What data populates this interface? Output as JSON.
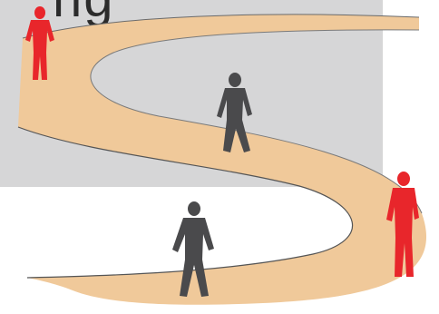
{
  "image": {
    "partial_heading_text": "ng",
    "colors": {
      "background": "#ffffff",
      "gray_panel": "#d6d6d7",
      "path_fill": "#f0c99a",
      "path_edge": "#555555",
      "red_figure": "#e8262b",
      "dark_figure": "#4a4a4c"
    },
    "figures": [
      {
        "name": "red-figure-top-left",
        "color": "red"
      },
      {
        "name": "dark-figure-middle",
        "color": "dark"
      },
      {
        "name": "red-figure-right",
        "color": "red"
      },
      {
        "name": "dark-figure-bottom",
        "color": "dark"
      }
    ]
  }
}
